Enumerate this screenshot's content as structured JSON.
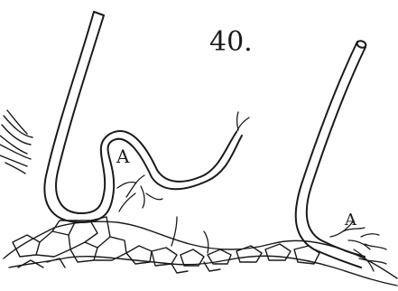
{
  "figure": {
    "number": "40.",
    "labels": [
      "A",
      "A"
    ]
  },
  "colors": {
    "ink": "#1a1a1a",
    "paper": "#ffffff"
  }
}
